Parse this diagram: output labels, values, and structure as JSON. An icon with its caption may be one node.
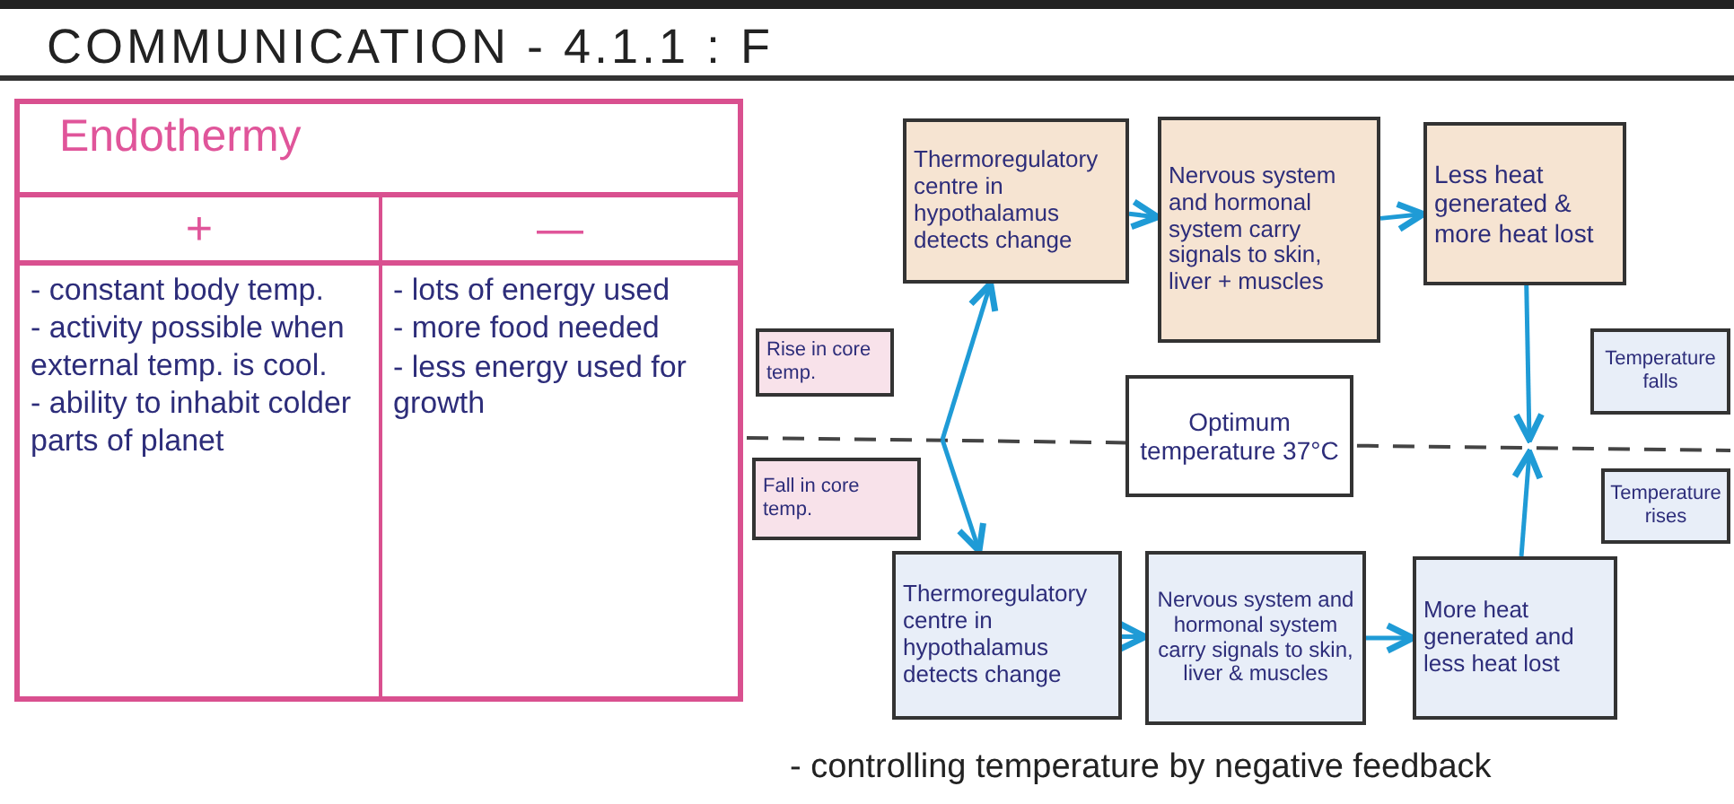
{
  "diagram": {
    "title": "COMMUNICATION - 4.1.1 : F",
    "nodes": [
      {
        "text": [
          "Thermoregulatory centre in hypothalamus detects change"
        ]
      },
      {
        "text": [
          "Nervous system and hormonal system carry signals to skin, liver + muscles"
        ]
      },
      {
        "text": [
          "Less heat generated & more heat lost"
        ]
      },
      {
        "text": [
          "Rise in core temp."
        ]
      },
      {
        "text": [
          "Optimum temperature 37°C"
        ]
      },
      {
        "text": [
          "Temperature falls"
        ]
      },
      {
        "text": [
          "Fall in core temp."
        ]
      },
      {
        "text": [
          "Temperature rises"
        ]
      },
      {
        "text": [
          "Thermoregulatory centre in hypothalamus detects change"
        ]
      },
      {
        "text": [
          "Nervous system and hormonal system carry signals to skin, liver & muscles"
        ]
      },
      {
        "text": [
          "More heat generated and less heat lost"
        ]
      }
    ],
    "edges": [
      {
        "from": null,
        "to": 0,
        "arrow": "to"
      },
      {
        "from": null,
        "to": 8,
        "arrow": "to"
      },
      {
        "from": 0,
        "to": 1,
        "arrow": "to"
      },
      {
        "from": 1,
        "to": 2,
        "arrow": "to"
      },
      {
        "from": 8,
        "to": 9,
        "arrow": "to"
      },
      {
        "from": 9,
        "to": 10,
        "arrow": "to"
      },
      {
        "from": 2,
        "to": null,
        "arrow": "to"
      },
      {
        "from": 10,
        "to": null,
        "arrow": "to"
      }
    ],
    "labels": [
      "Endothermy",
      "+",
      "—",
      "- constant body temp.",
      "- activity possible when external temp. is cool.",
      "- ability to inhabit colder parts of planet",
      "- lots of energy used",
      "- more food needed",
      "- less energy used for growth",
      "- controlling temperature by negative feedback"
    ]
  }
}
